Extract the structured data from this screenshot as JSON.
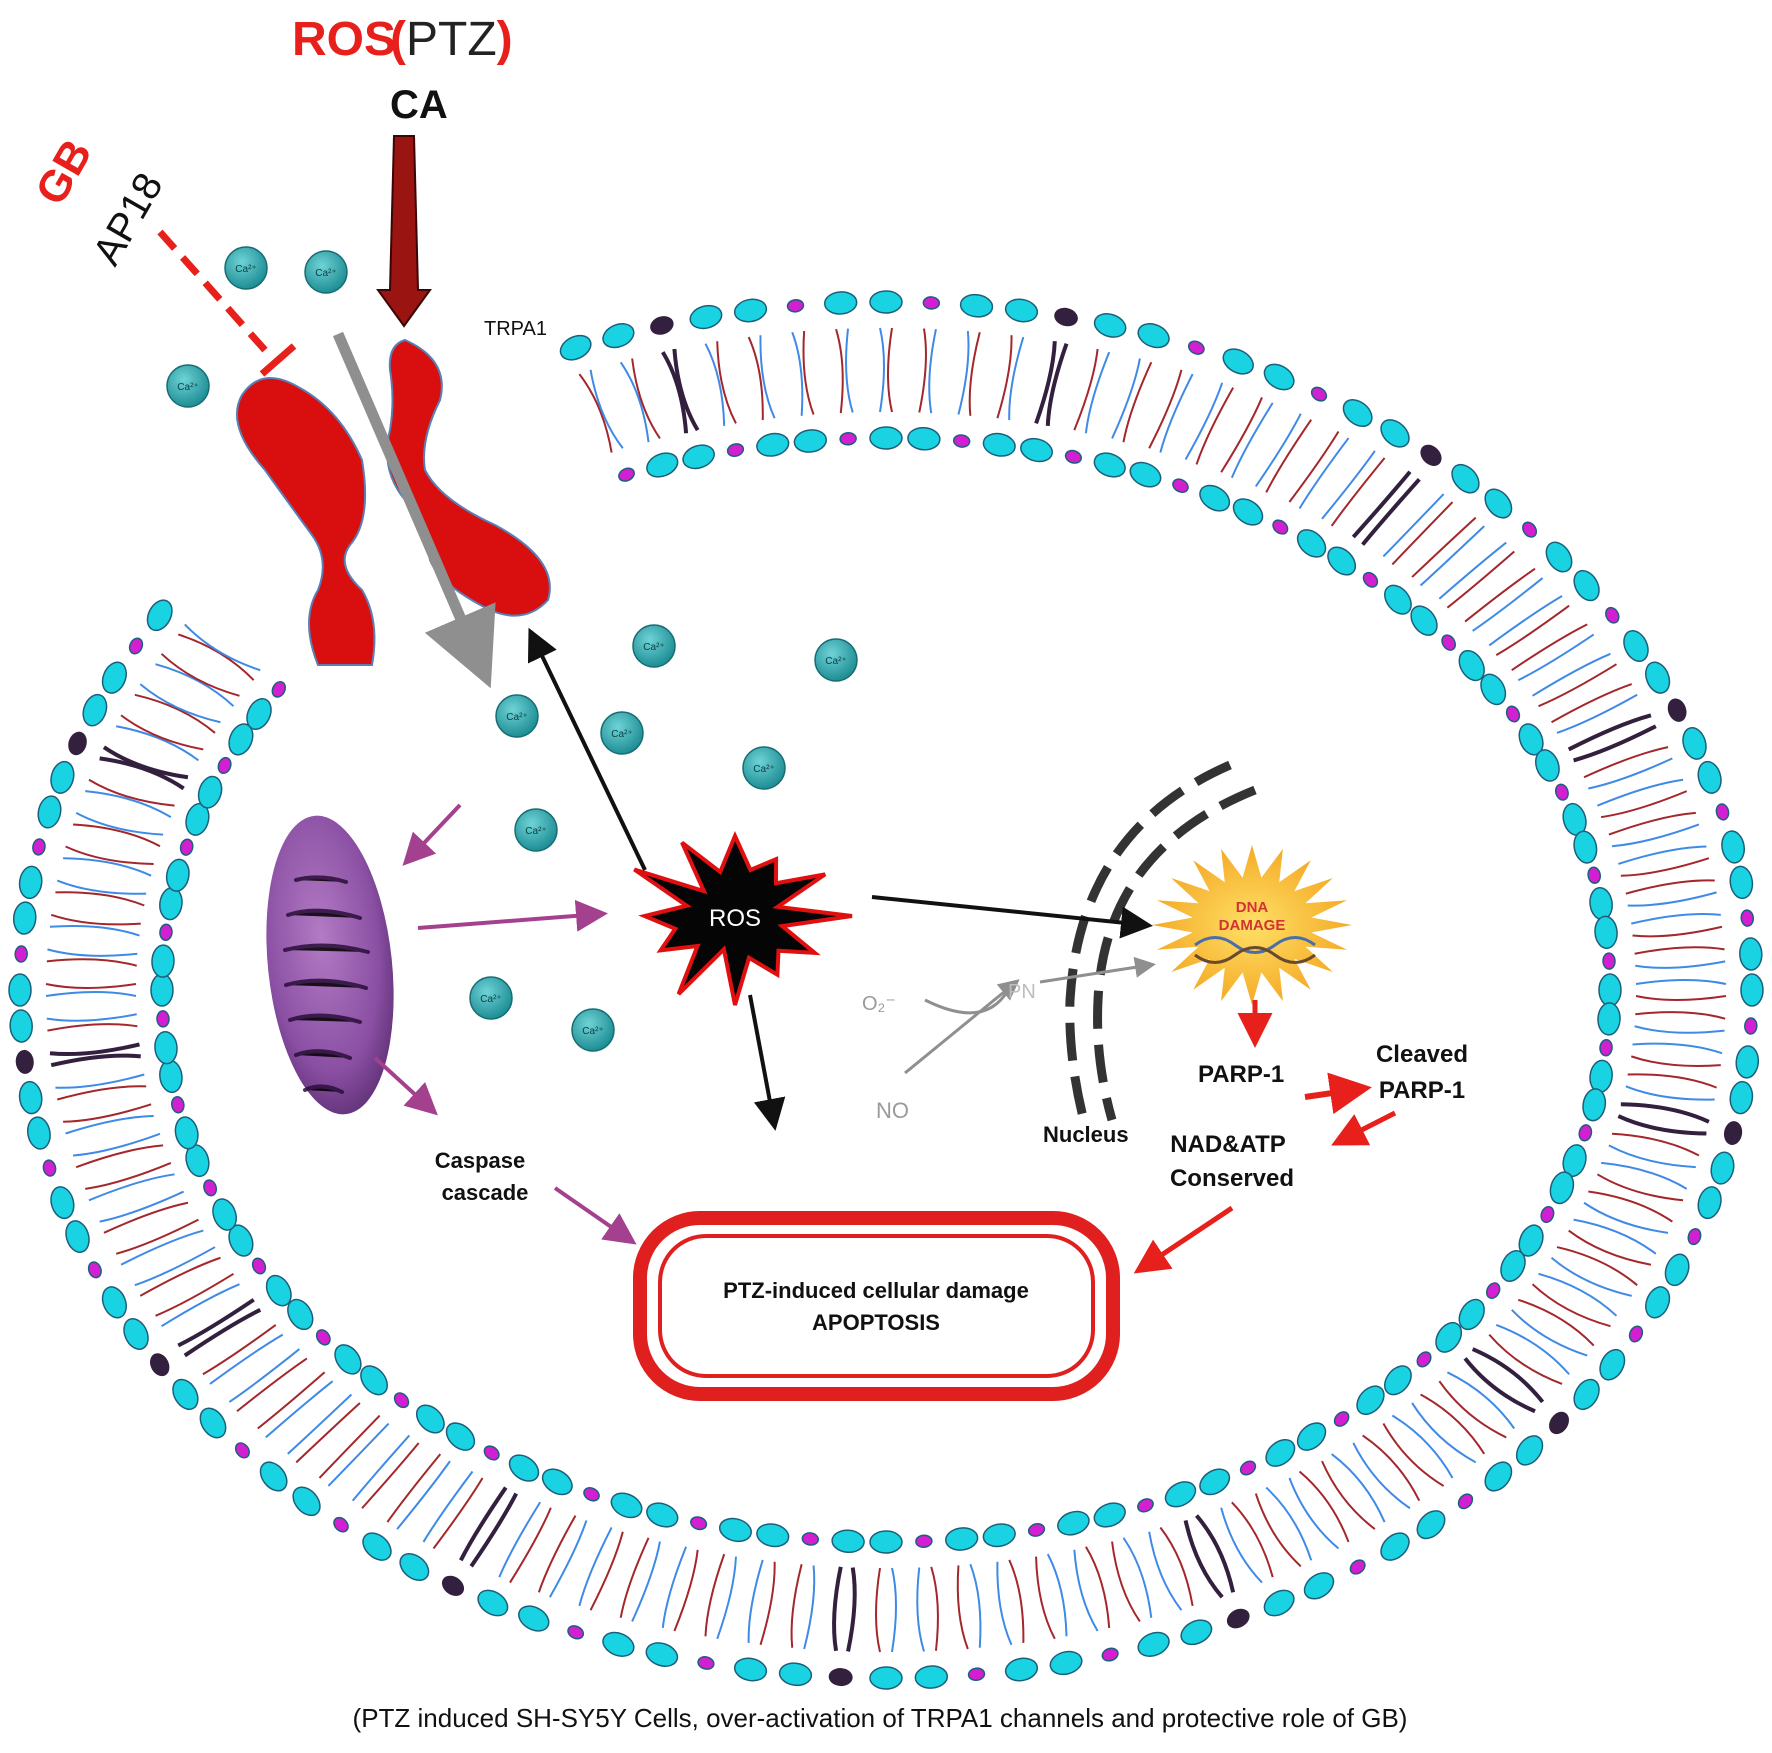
{
  "labels": {
    "ros": "ROS",
    "ptz": "(PTZ)",
    "ca": "CA",
    "gb": "GB",
    "ap18": "AP18",
    "trpa1": "TRPA1",
    "ca_ion": "Ca²⁺",
    "ros_center": "ROS",
    "dna_damage_1": "DNA",
    "dna_damage_2": "DAMAGE",
    "o2": "O₂⁻",
    "no": "NO",
    "pn": "PN",
    "nucleus": "Nucleus",
    "parp1": "PARP-1",
    "cleaved_1": "Cleaved",
    "cleaved_2": "PARP-1",
    "nad_1": "NAD&ATP",
    "nad_2": "Conserved",
    "caspase_1": "Caspase",
    "caspase_2": "cascade",
    "damage_1": "PTZ-induced cellular damage",
    "damage_2": "APOPTOSIS",
    "caption": "(PTZ induced SH-SY5Y Cells, over-activation of TRPA1 channels and protective role of GB)"
  },
  "colors": {
    "head_cyan": "#19d3e3",
    "head_magenta": "#d21fd2",
    "tail_red": "#a3272b",
    "tail_blue": "#3f8ae6",
    "cholesterol": "#33203f",
    "channel_red": "#d90f0f",
    "ion_teal": "#2aa0a6",
    "arrow_purple": "#a3418f",
    "arrow_red": "#e8201b",
    "arrow_gray": "#8f8f8f",
    "arrow_dark_red": "#9a1412"
  }
}
